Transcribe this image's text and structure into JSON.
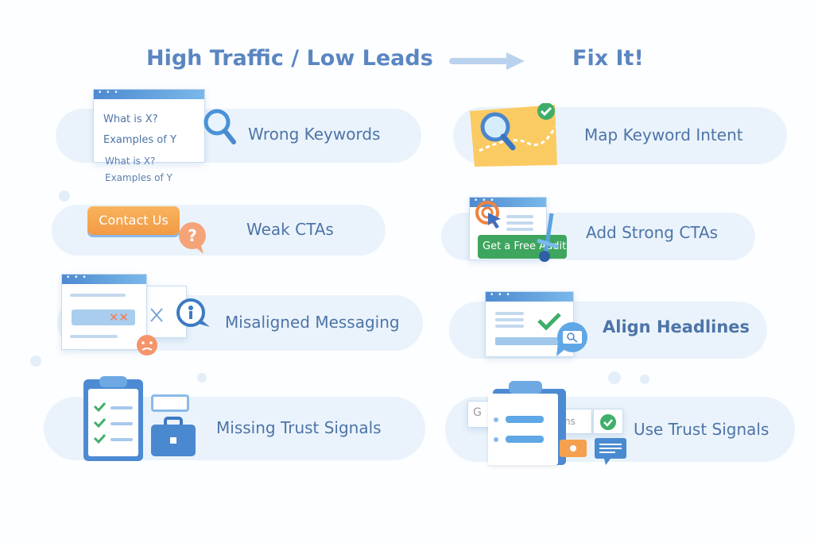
{
  "header": {
    "left_title": "High Traffic / Low Leads",
    "right_title": "Fix It!",
    "arrow_icon": "right-arrow"
  },
  "problems": [
    {
      "label": "Wrong Keywords",
      "icon": "search-icon",
      "window_lines": [
        "What is X?",
        "Examples of Y"
      ],
      "echo_lines": [
        "What is X?",
        "Examples of Y"
      ]
    },
    {
      "label": "Weak CTAs",
      "icon": "question-bubble-icon",
      "button": "Contact Us"
    },
    {
      "label": "Misaligned Messaging",
      "icon": "browser-x-icon"
    },
    {
      "label": "Missing Trust Signals",
      "icon": "clipboard-checklist-icon"
    }
  ],
  "fixes": [
    {
      "label": "Map Keyword Intent",
      "icon": "map-search-icon"
    },
    {
      "label": "Add Strong CTAs",
      "icon": "target-cursor-icon",
      "button": "Get a Free Audit"
    },
    {
      "label": "Align Headlines",
      "icon": "browser-check-icon"
    },
    {
      "label": "Use Trust Signals",
      "icon": "clipboard-reviews-icon"
    }
  ],
  "colors": {
    "title": "#5a86c2",
    "label": "#4d74a8",
    "pill": "#eaf3fb",
    "orange": "#f5a04f",
    "green": "#3ea55e"
  }
}
